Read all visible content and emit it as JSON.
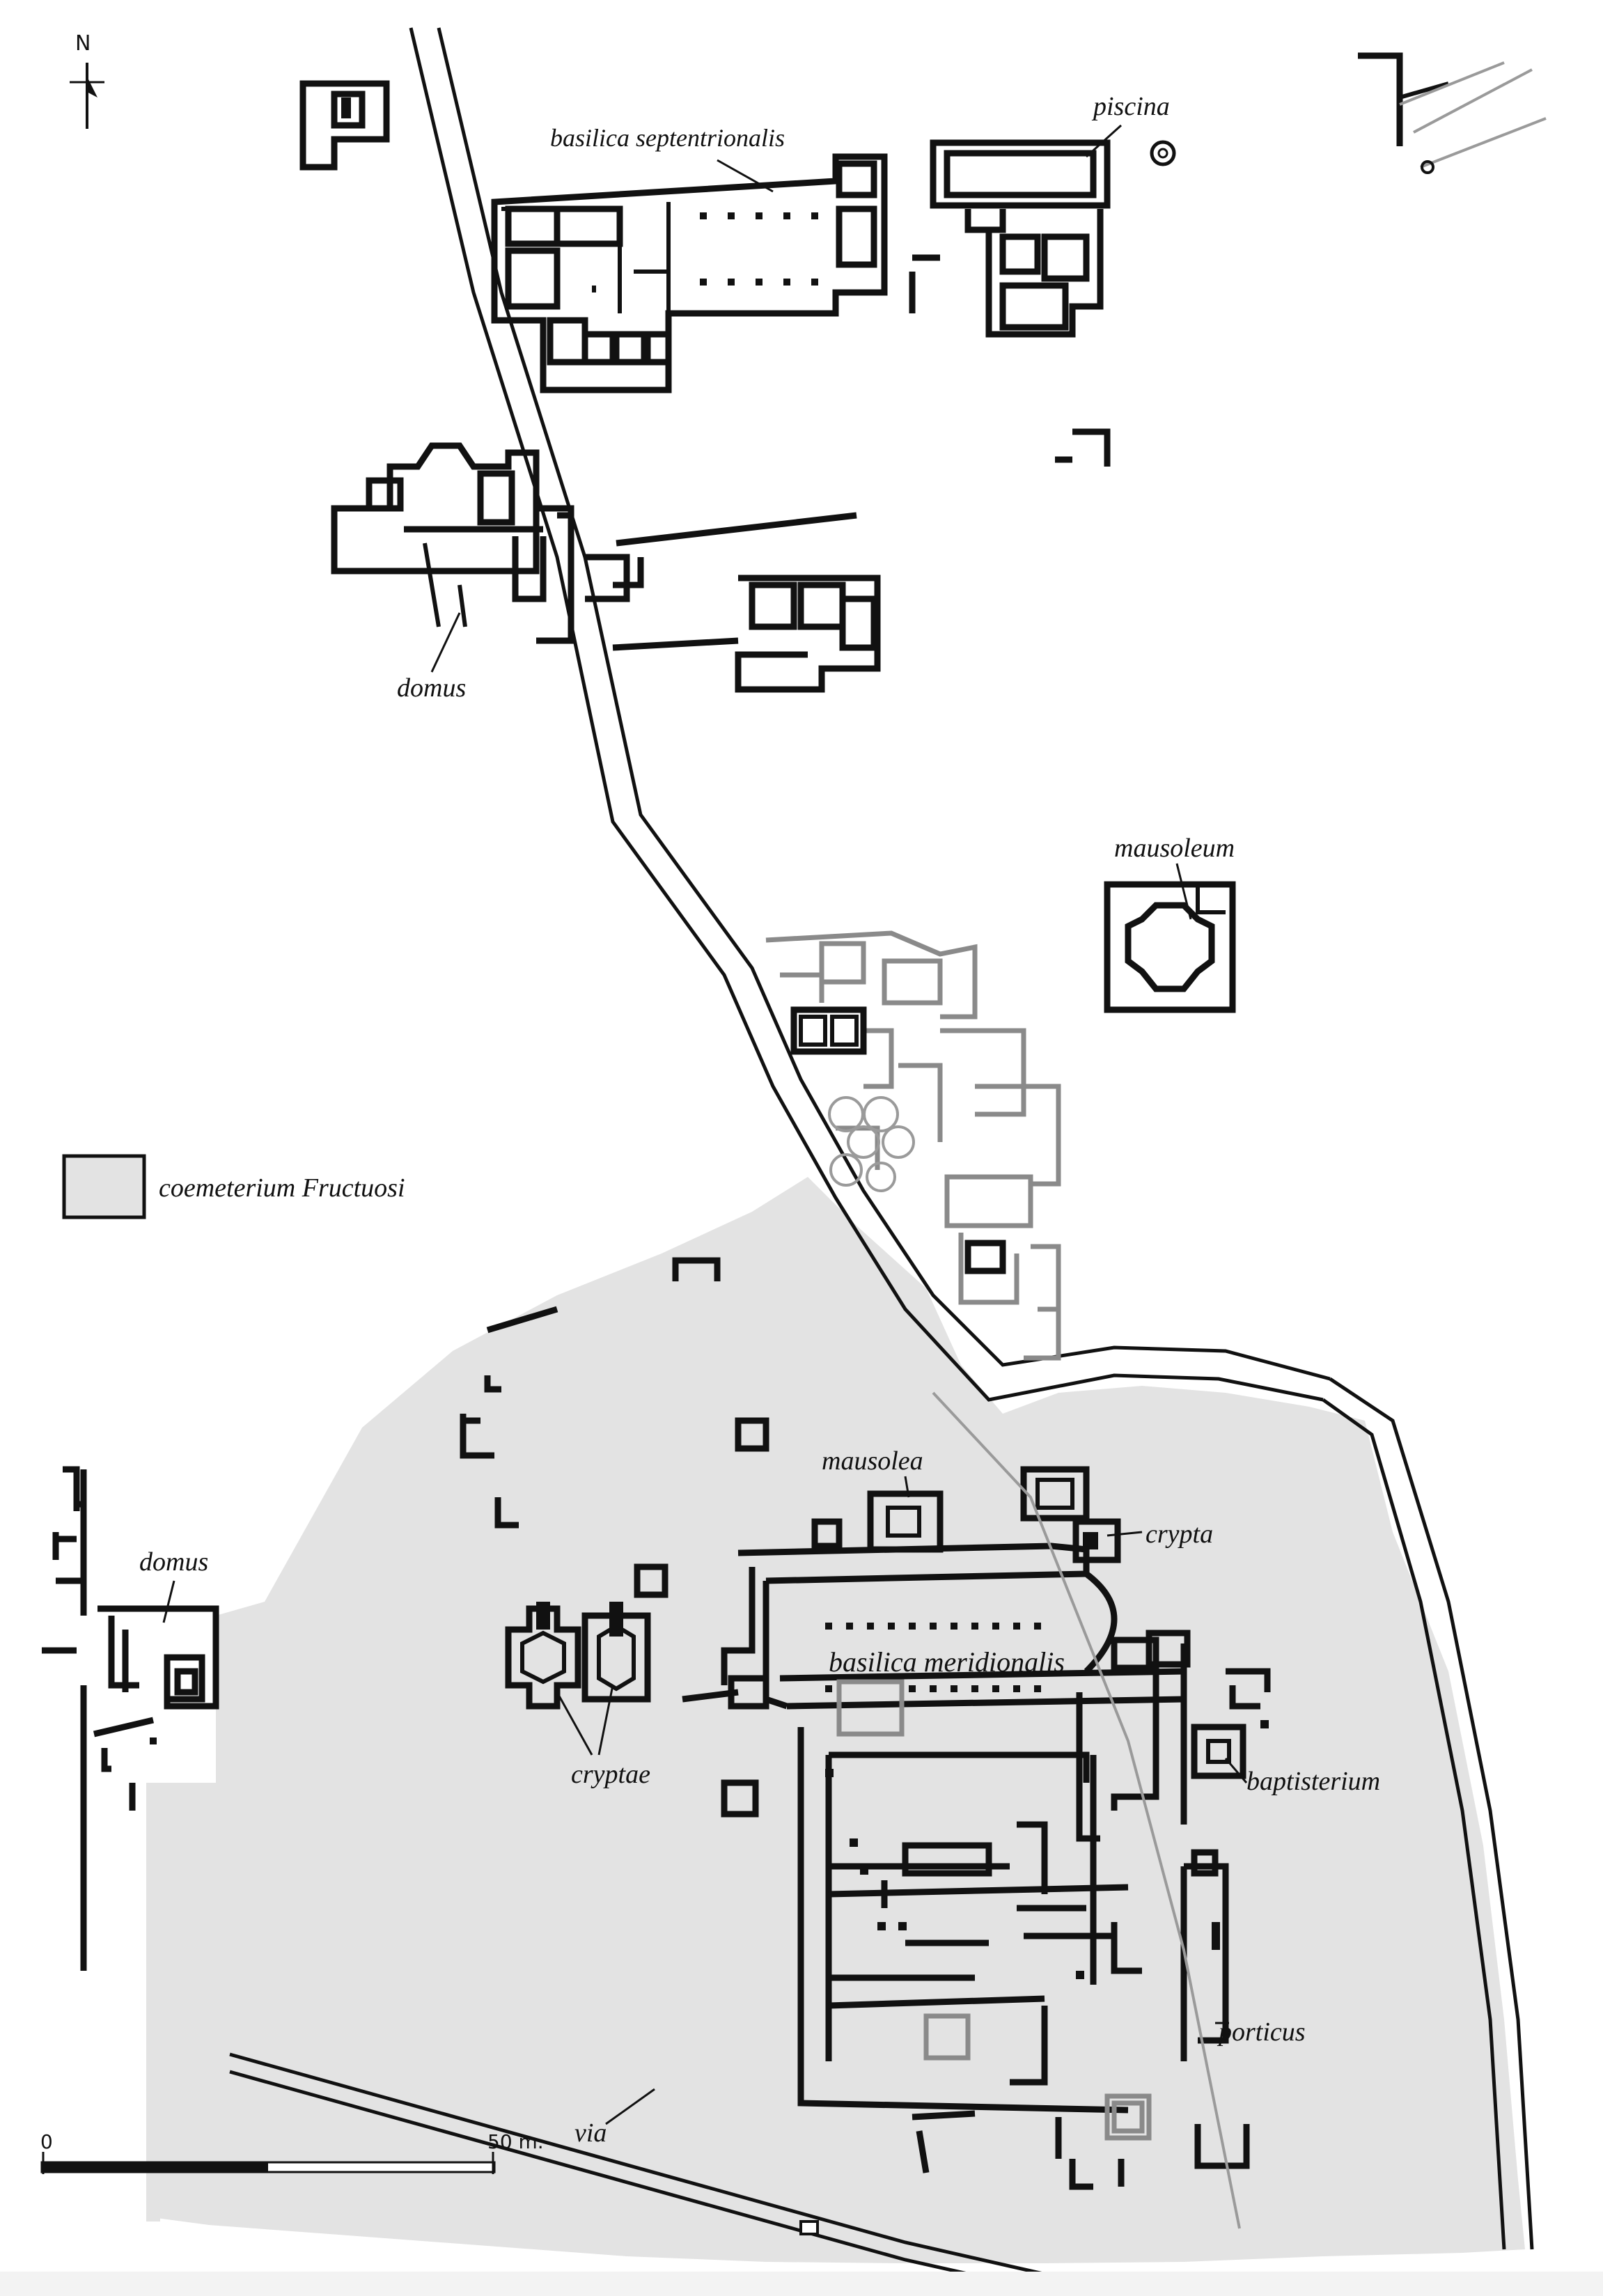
{
  "north": {
    "label": "N",
    "icon": "north-arrow-icon"
  },
  "legend": {
    "label": "coemeterium Fructuosi",
    "swatch_color": "#e3e3e3"
  },
  "labels": {
    "basilica_septentrionalis": "basilica septentrionalis",
    "piscina": "piscina",
    "domus_north": "domus",
    "mausoleum": "mausoleum",
    "mausolea": "mausolea",
    "crypta": "crypta",
    "domus_west": "domus",
    "basilica_meridionalis": "basilica meridionalis",
    "baptisterium": "baptisterium",
    "cryptae": "cryptae",
    "porticus": "porticus",
    "via": "via"
  },
  "scale": {
    "start": "0",
    "end": "50 m."
  },
  "colors": {
    "cemetery_fill": "#e3e3e3",
    "walls": "#111111",
    "excavated_grey": "#8a8a8a"
  }
}
